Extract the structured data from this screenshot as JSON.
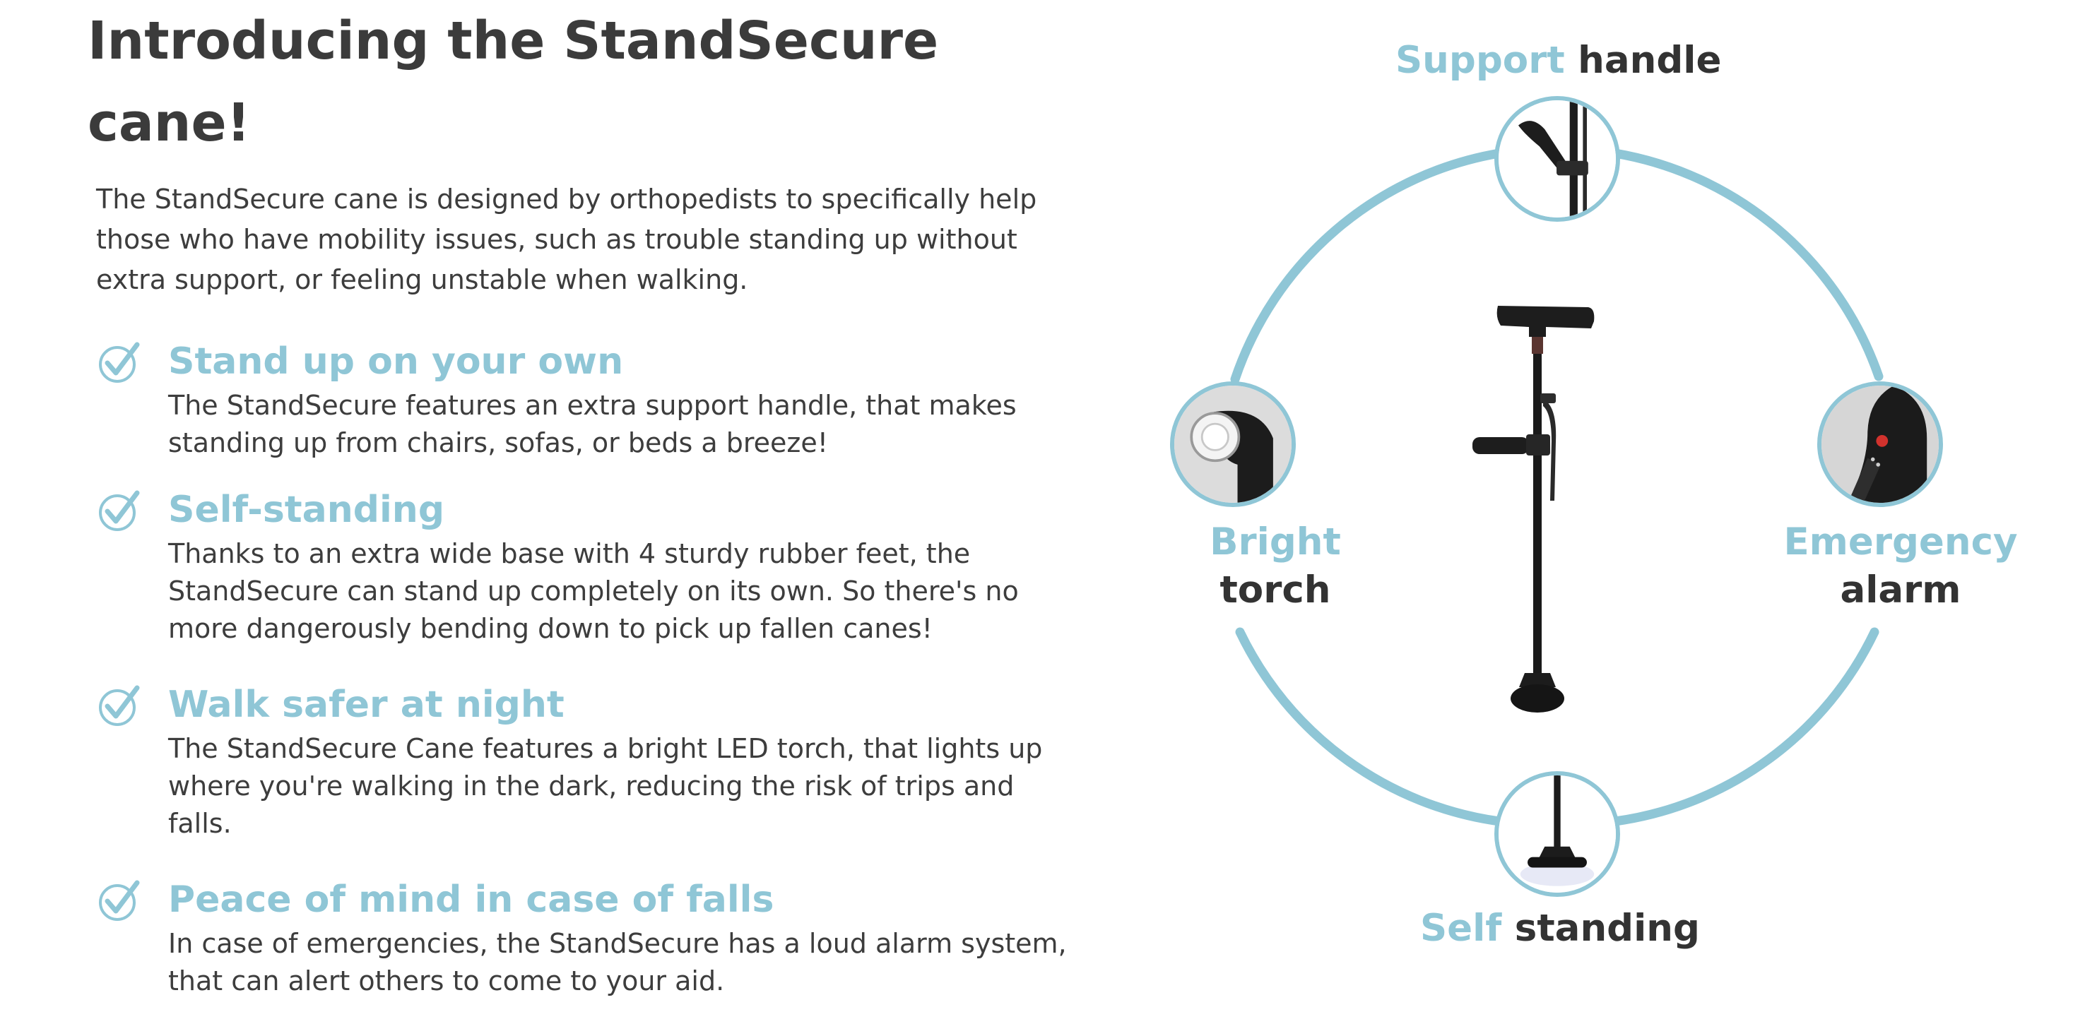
{
  "heading": {
    "line1": "Introducing the StandSecure",
    "line2": "cane!"
  },
  "intro": "The StandSecure cane is designed by orthopedists to specifically help those who have mobility issues, such as trouble standing up without extra support, or feeling unstable when walking.",
  "features": [
    {
      "icon": "checkmark-icon",
      "title": "Stand up on your own",
      "description": "The StandSecure features an extra support handle, that makes standing up from chairs, sofas, or beds a breeze!"
    },
    {
      "icon": "checkmark-icon",
      "title": "Self-standing",
      "description": "Thanks to an extra wide base with 4 sturdy rubber feet, the StandSecure can stand up completely on its own. So there's no more dangerously bending down to pick up fallen canes!"
    },
    {
      "icon": "checkmark-icon",
      "title": "Walk safer at night",
      "description": "The StandSecure Cane features a bright LED torch, that lights up where you're walking in the dark, reducing the risk of trips and falls."
    },
    {
      "icon": "checkmark-icon",
      "title": "Peace of mind in case of falls",
      "description": "In case of emergencies, the StandSecure has a loud alarm system, that can alert others to come to your aid."
    }
  ],
  "diagram": {
    "top": {
      "highlight": "Support",
      "rest": "handle"
    },
    "left": {
      "highlight": "Bright",
      "rest": "torch"
    },
    "right": {
      "highlight": "Emergency",
      "rest": "alarm"
    },
    "bottom": {
      "highlight": "Self",
      "rest": "standing"
    }
  },
  "colors": {
    "accent": "#8fc6d6",
    "heading": "#3b3b3b",
    "body_text": "#3d3d3d"
  }
}
